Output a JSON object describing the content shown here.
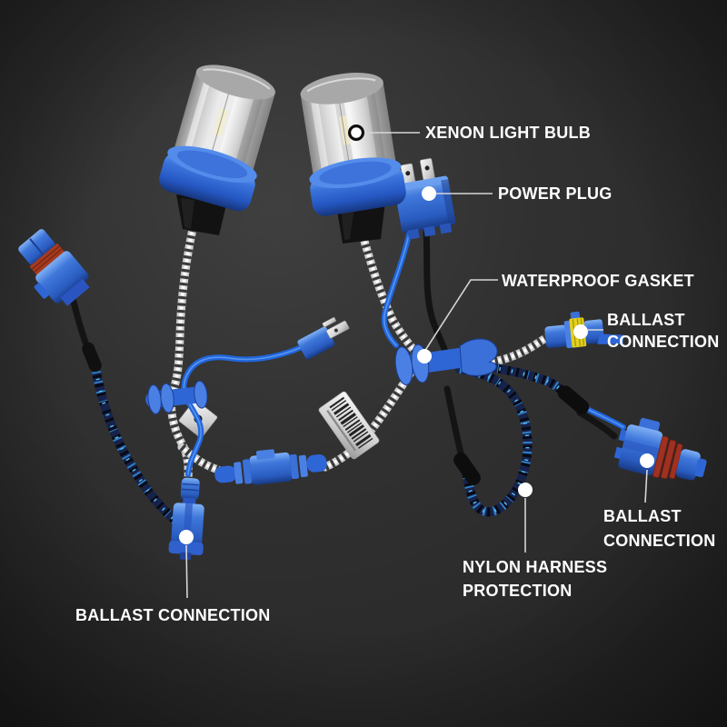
{
  "annotations": {
    "xenon_light_bulb": {
      "text": "XENON LIGHT BULB"
    },
    "power_plug": {
      "text": "POWER PLUG"
    },
    "waterproof_gasket": {
      "text": "WATERPROOF GASKET"
    },
    "ballast_connection_top_right": {
      "line1": "BALLAST",
      "line2": "CONNECTION"
    },
    "ballast_connection_bottom_right": {
      "line1": "BALLAST",
      "line2": "CONNECTION"
    },
    "nylon_harness_protection": {
      "line1": "NYLON HARNESS",
      "line2": "PROTECTION"
    },
    "ballast_connection_bottom_left": {
      "text": "BALLAST CONNECTION"
    }
  },
  "colors": {
    "background": "#0b0b0b",
    "label_text": "#ffffff",
    "callout_line": "#d6d6d6",
    "callout_dot": "#ffffff",
    "part_blue": "#3a70d8",
    "part_blue_dark": "#1d3f8f",
    "gasket_red_orange": "#a03020",
    "connector_yellow": "#e3cf1e",
    "braid_light_gray": "#cfcfcf",
    "nylon_braid_navy": "#17224a",
    "nylon_fleck_blue": "#2f7fc8",
    "wire_blue": "#2066dd",
    "wire_black": "#141414",
    "bulb_glass_silver": "#d8d8d8",
    "barcode_tag_white": "#e9e9e9"
  }
}
